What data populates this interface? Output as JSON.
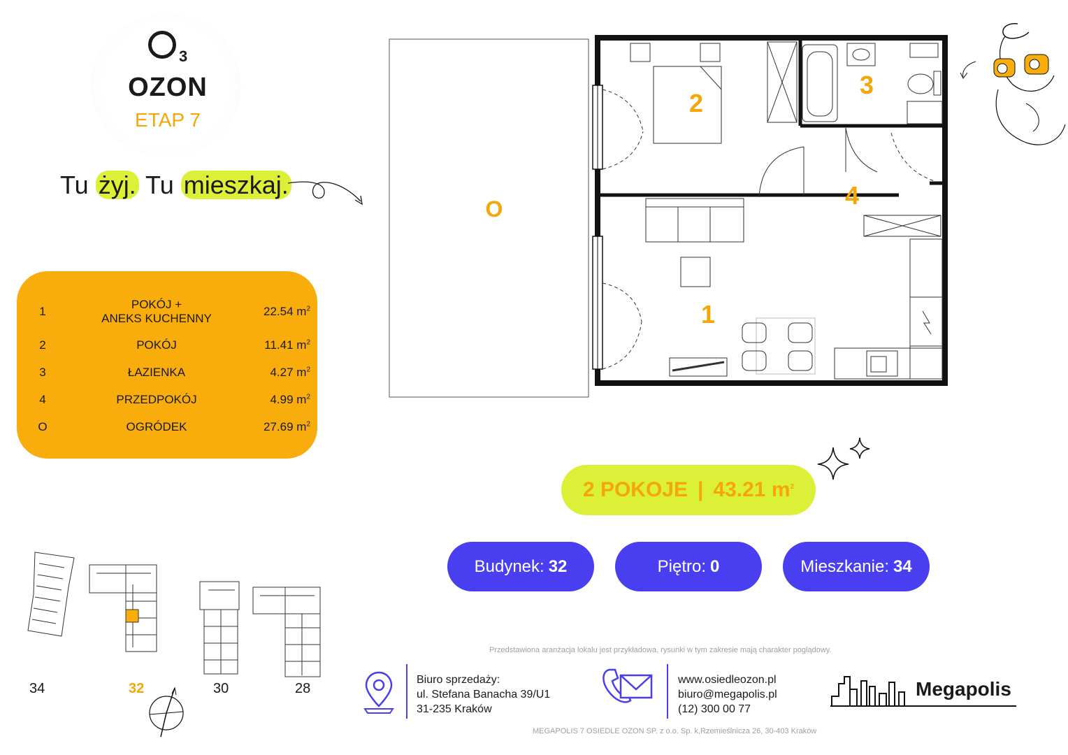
{
  "logo": {
    "symbol": "O",
    "subscript": "3",
    "brand": "OZON",
    "stage": "ETAP 7"
  },
  "slogan": {
    "p1": "Tu ",
    "p2": "żyj.",
    "p3": " Tu ",
    "p4": "mieszkaj."
  },
  "rooms": [
    {
      "no": "1",
      "name_line1": "POKÓJ +",
      "name_line2": "ANEKS KUCHENNY",
      "area": "22.54 m",
      "sup": "2"
    },
    {
      "no": "2",
      "name_line1": "POKÓJ",
      "name_line2": "",
      "area": "11.41 m",
      "sup": "2"
    },
    {
      "no": "3",
      "name_line1": "ŁAZIENKA",
      "name_line2": "",
      "area": "4.27 m",
      "sup": "2"
    },
    {
      "no": "4",
      "name_line1": "PRZEDPOKÓJ",
      "name_line2": "",
      "area": "4.99 m",
      "sup": "2"
    },
    {
      "no": "O",
      "name_line1": "OGRÓDEK",
      "name_line2": "",
      "area": "27.69 m",
      "sup": "2"
    }
  ],
  "plan_labels": {
    "garden": "O",
    "room1": "1",
    "room2": "2",
    "room3": "3",
    "room4": "4"
  },
  "summary": {
    "rooms": "2 POKOJE",
    "sep": "|",
    "area": "43.21 m",
    "sup": "2"
  },
  "details": {
    "building_label": "Budynek:",
    "building_value": "32",
    "floor_label": "Piętro:",
    "floor_value": "0",
    "apartment_label": "Mieszkanie:",
    "apartment_value": "34"
  },
  "buildings": [
    "34",
    "32",
    "30",
    "28"
  ],
  "colors": {
    "orange": "#f8ad0c",
    "lime": "#dbf036",
    "blue": "#4a3ff0"
  },
  "disclaimer": "Przedstawiona aranżacja lokalu jest przykładowa, rysunki w tym zakresie mają charakter poglądowy.",
  "office": {
    "line1": "Biuro sprzedaży:",
    "line2": "ul. Stefana Banacha 39/U1",
    "line3": "31-235 Kraków"
  },
  "contact": {
    "web": "www.osiedleozon.pl",
    "email": "biuro@megapolis.pl",
    "phone": "(12) 300 00 77"
  },
  "developer": "Megapolis",
  "company_line": "MEGAPOLIS 7 OSIEDLE OZON SP. z o.o. Sp. k,Rzemieślnicza 26, 30-403 Kraków"
}
